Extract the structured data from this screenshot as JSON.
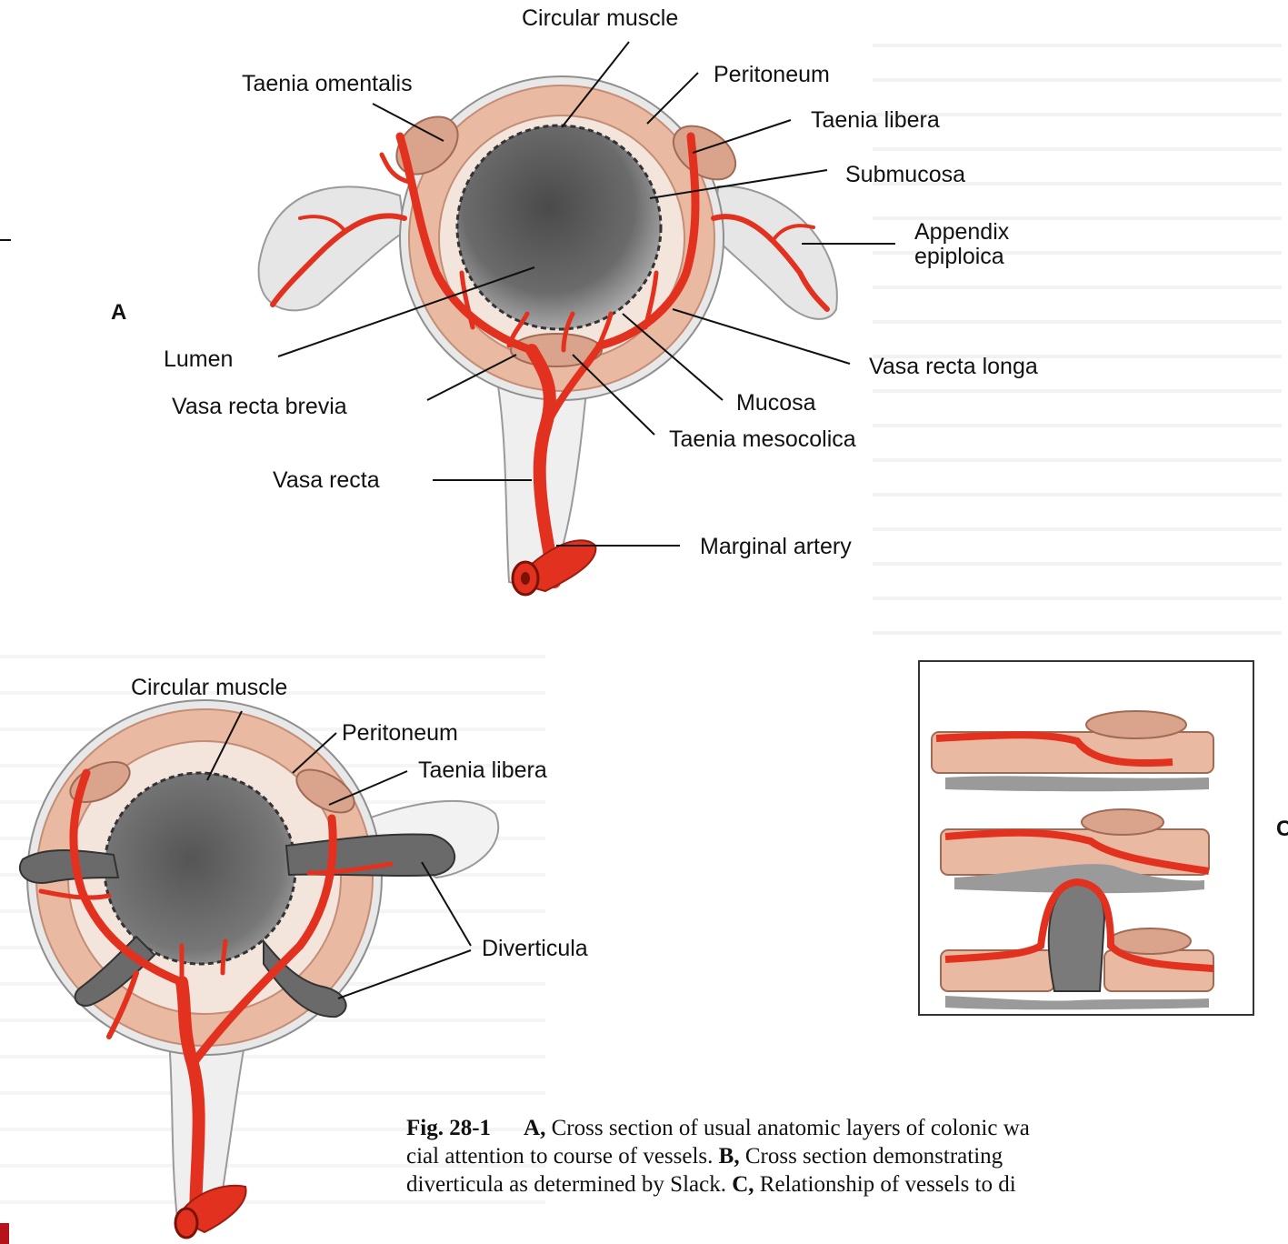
{
  "colors": {
    "vessel": "#e2321f",
    "muscle": "#e9b9a2",
    "muscle_dark": "#d79d84",
    "lumen": "#5c5c5c",
    "peritoneum": "#dcdcdc"
  },
  "panel_a": {
    "letter": "A",
    "labels": {
      "circular_muscle": "Circular muscle",
      "peritoneum": "Peritoneum",
      "taenia_omentalis": "Taenia omentalis",
      "taenia_libera": "Taenia libera",
      "submucosa": "Submucosa",
      "appendix_line1": "Appendix",
      "appendix_line2": "epiploica",
      "lumen": "Lumen",
      "vasa_recta_longa": "Vasa recta longa",
      "vasa_recta_brevia": "Vasa recta brevia",
      "mucosa": "Mucosa",
      "taenia_mesocolica": "Taenia mesocolica",
      "vasa_recta": "Vasa recta",
      "marginal_artery": "Marginal artery"
    }
  },
  "panel_b": {
    "labels": {
      "circular_muscle": "Circular muscle",
      "peritoneum": "Peritoneum",
      "taenia_libera": "Taenia libera",
      "diverticula": "Diverticula"
    }
  },
  "panel_c": {
    "letter": "C"
  },
  "caption": {
    "fig": "Fig. 28-1",
    "a": "A,",
    "a_text": " Cross section of usual anatomic layers of colonic wa",
    "line2a": "cial attention to course of vessels. ",
    "b": "B,",
    "line2b": " Cross section demonstrating",
    "line3a": "diverticula as determined by Slack. ",
    "c": "C,",
    "line3b": " Relationship of vessels to di"
  }
}
